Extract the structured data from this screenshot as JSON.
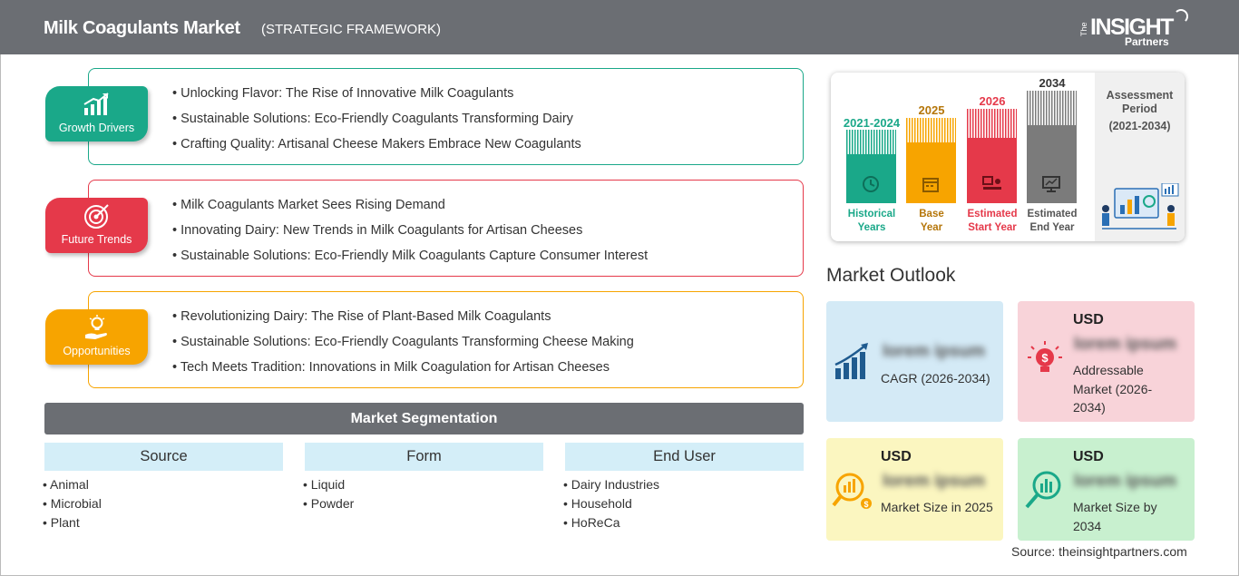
{
  "header": {
    "title": "Milk Coagulants Market",
    "subtitle": "(STRATEGIC FRAMEWORK)"
  },
  "logo": {
    "the": "The",
    "insight": "INSIGHT",
    "partners": "Partners"
  },
  "sections": [
    {
      "label": "Growth Drivers",
      "color": "#1aa889",
      "icon": "growth-chart-icon",
      "items": [
        "Unlocking Flavor: The Rise of Innovative Milk Coagulants",
        "Sustainable Solutions: Eco-Friendly Coagulants Transforming Dairy",
        "Crafting Quality: Artisanal Cheese Makers Embrace New Coagulants"
      ]
    },
    {
      "label": "Future Trends",
      "color": "#e5394a",
      "icon": "target-icon",
      "items": [
        "Milk Coagulants Market Sees Rising Demand",
        "Innovating Dairy: New Trends in Milk Coagulants for Artisan Cheeses",
        "Sustainable Solutions: Eco-Friendly Milk Coagulants Capture Consumer Interest"
      ]
    },
    {
      "label": "Opportunities",
      "color": "#f7a400",
      "icon": "lightbulb-hand-icon",
      "items": [
        "Revolutionizing Dairy: The Rise of Plant-Based Milk Coagulants",
        "Sustainable Solutions: Eco-Friendly Coagulants Transforming Cheese Making",
        "Tech Meets Tradition: Innovations in Milk Coagulation for Artisan Cheeses"
      ]
    }
  ],
  "segmentation": {
    "title": "Market Segmentation",
    "columns": [
      {
        "head": "Source",
        "items": [
          "Animal",
          "Microbial",
          "Plant"
        ]
      },
      {
        "head": "Form",
        "items": [
          "Liquid",
          "Powder"
        ]
      },
      {
        "head": "End User",
        "items": [
          "Dairy Industries",
          "Household",
          "HoReCa"
        ]
      }
    ]
  },
  "assessment": {
    "title": "Assessment Period",
    "range": "(2021-2034)",
    "columns": [
      {
        "year": "2021-2024",
        "label1": "Historical",
        "label2": "Years",
        "color": "#1aa889",
        "icon": "history-icon"
      },
      {
        "year": "2025",
        "label1": "Base",
        "label2": "Year",
        "color": "#f7a400",
        "icon": "calendar-icon"
      },
      {
        "year": "2026",
        "label1": "Estimated",
        "label2": "Start Year",
        "color": "#e5394a",
        "icon": "presentation-icon"
      },
      {
        "year": "2034",
        "label1": "Estimated",
        "label2": "End Year",
        "color": "#7b7b7b",
        "icon": "monitor-chart-icon"
      }
    ]
  },
  "outlook": {
    "title": "Market Outlook",
    "cards": [
      {
        "usd": "",
        "value": "lorem ipsum",
        "desc": "CAGR (2026-2034)",
        "bg": "#d4eaf6",
        "icon": "bar-growth-icon"
      },
      {
        "usd": "USD",
        "value": "lorem ipsum",
        "desc": "Addressable Market (2026-2034)",
        "bg": "#f8d3d9",
        "icon": "bulb-dollar-icon"
      },
      {
        "usd": "USD",
        "value": "lorem ipsum",
        "desc": "Market Size in 2025",
        "bg": "#fbf6c0",
        "icon": "magnifier-dollar-icon"
      },
      {
        "usd": "USD",
        "value": "lorem ipsum",
        "desc": "Market Size by 2034",
        "bg": "#c8f0cf",
        "icon": "magnifier-chart-icon"
      }
    ]
  },
  "source": "Source: theinsightpartners.com"
}
